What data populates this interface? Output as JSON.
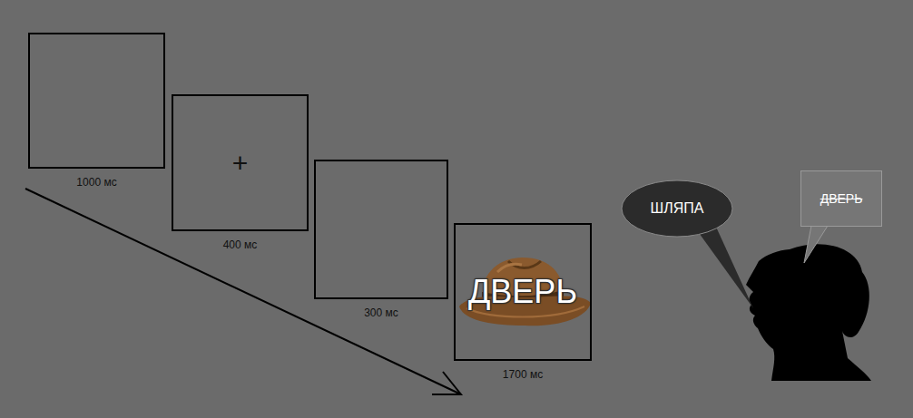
{
  "diagram": {
    "nodes": [
      {
        "text": [
          "1000 мс"
        ]
      },
      {
        "text": [
          "+",
          "400 мс"
        ]
      },
      {
        "text": [
          "300 мс"
        ]
      },
      {
        "text": [
          "ДВЕРЬ",
          "1700 мс"
        ]
      },
      {
        "text": [
          "ШЛЯПА"
        ]
      },
      {
        "text": [
          "ДВЕРЬ"
        ]
      }
    ]
  }
}
